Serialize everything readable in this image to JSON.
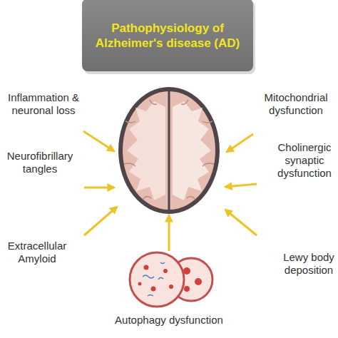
{
  "diagram": {
    "nodes": [
      {
        "text": [
          "Pathophysiology of Alzheimer's disease (AD)"
        ]
      }
    ],
    "labels": [
      "Inflammation & neuronal loss",
      "Neurofibrillary tangles",
      "Extracellular Amyloid",
      "Mitochondrial dysfunction",
      "Cholinergic synaptic dysfunction",
      "Lewy body deposition",
      "Autophagy dysfunction"
    ]
  }
}
